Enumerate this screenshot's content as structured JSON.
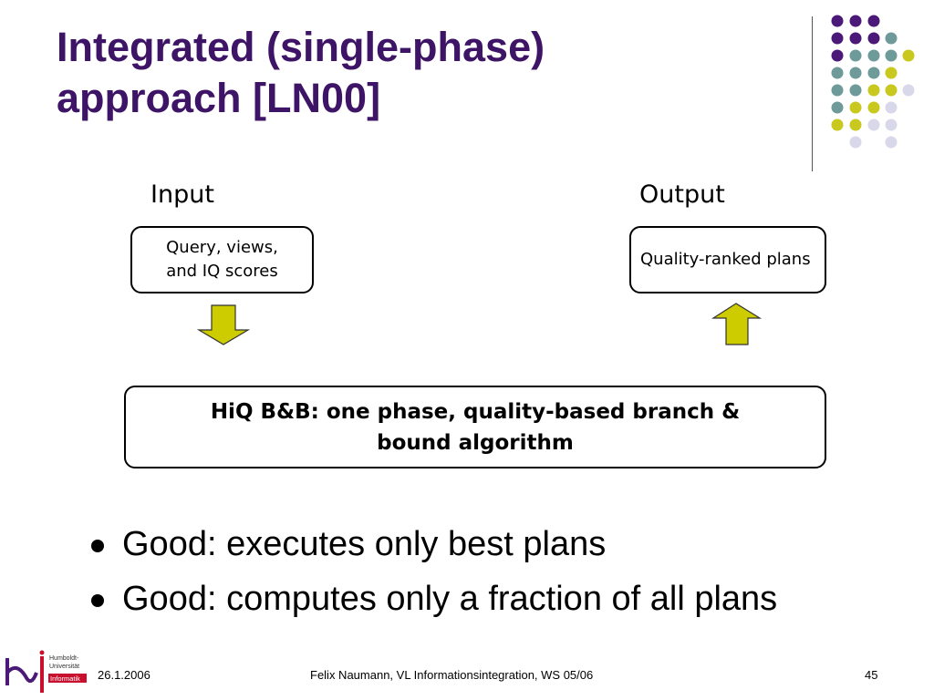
{
  "slide": {
    "title_line1": "Integrated (single-phase)",
    "title_line2": "approach [LN00]"
  },
  "diagram": {
    "input_label": "Input",
    "output_label": "Output",
    "input_box_line1": "Query, views,",
    "input_box_line2": "and IQ scores",
    "output_box": "Quality-ranked plans",
    "center_box_line1": "HiQ B&B: one phase, quality-based branch &",
    "center_box_line2": "bound algorithm"
  },
  "bullets": [
    "Good: executes only best plans",
    "Good: computes only a fraction of all plans"
  ],
  "footer": {
    "date": "26.1.2006",
    "author": "Felix Naumann, VL Informationsintegration, WS 05/06",
    "page": "45"
  },
  "logo": {
    "line1": "Humboldt-",
    "line2": "Universität",
    "line3": "Informatik"
  },
  "colors": {
    "title": "#3d1466",
    "purple": "#4b1a78",
    "teal": "#6e9a9a",
    "yellow": "#c8c81e",
    "lavender": "#d8d8ea",
    "arrow_fill": "#cccc00"
  }
}
